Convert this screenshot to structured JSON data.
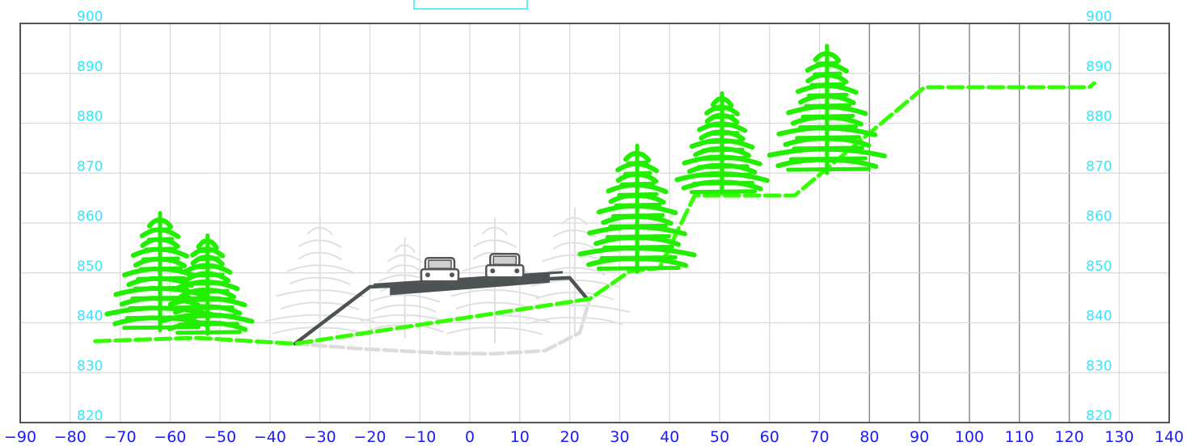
{
  "chart_data": {
    "type": "cross-section",
    "x_axis": {
      "range": [
        -90,
        140
      ],
      "ticks": [
        -90,
        -80,
        -70,
        -60,
        -50,
        -40,
        -30,
        -20,
        -10,
        0,
        10,
        20,
        30,
        40,
        50,
        60,
        70,
        80,
        90,
        100,
        110,
        120,
        130,
        140
      ]
    },
    "y_axis": {
      "range": [
        820,
        900
      ],
      "ticks": [
        820,
        830,
        840,
        850,
        860,
        870,
        880,
        890,
        900
      ],
      "labels_both_sides": true
    },
    "grid": true,
    "series": [
      {
        "kind": "existing-ground",
        "style": "dashed",
        "color": "#33ff00",
        "points": [
          [
            -75,
            836.3
          ],
          [
            -55,
            837.0
          ],
          [
            -35,
            835.8
          ],
          [
            24,
            844.8
          ],
          [
            32,
            850.3
          ],
          [
            38,
            851.0
          ],
          [
            45,
            865.5
          ],
          [
            65,
            865.5
          ],
          [
            91,
            887.2
          ],
          [
            124,
            887.2
          ],
          [
            125,
            888.0
          ]
        ]
      },
      {
        "kind": "ground-behind",
        "style": "dashed",
        "color": "#dcdcdc",
        "points": [
          [
            -35,
            835.8
          ],
          [
            -22,
            834.8
          ],
          [
            -5,
            833.9
          ],
          [
            5,
            833.8
          ],
          [
            15,
            834.4
          ],
          [
            22,
            838.0
          ],
          [
            24,
            844.8
          ]
        ]
      },
      {
        "kind": "road-embankment",
        "style": "solid",
        "color": "#4d5354",
        "points": [
          [
            -35,
            835.8
          ],
          [
            -20,
            847.2
          ],
          [
            20,
            849.0
          ],
          [
            23.5,
            844.8
          ]
        ]
      },
      {
        "kind": "pavement",
        "style": "solid",
        "color": "#4d5354",
        "points": [
          [
            -16,
            846.5
          ],
          [
            16,
            849.0
          ]
        ]
      }
    ],
    "annotations": [
      {
        "kind": "tree",
        "color": "#22ee00",
        "x": -62,
        "base": 838.5,
        "top": 862.0
      },
      {
        "kind": "tree",
        "color": "#22ee00",
        "x": -52.5,
        "base": 837.8,
        "top": 857.5
      },
      {
        "kind": "tree",
        "color": "#22ee00",
        "x": 33.5,
        "base": 850.2,
        "top": 875.5
      },
      {
        "kind": "tree",
        "color": "#22ee00",
        "x": 50.5,
        "base": 866.0,
        "top": 886.0
      },
      {
        "kind": "tree",
        "color": "#22ee00",
        "x": 71.5,
        "base": 870.0,
        "top": 895.5
      },
      {
        "kind": "tree",
        "color": "#e0e0e0",
        "x": -30,
        "base": 836.0,
        "top": 861.0
      },
      {
        "kind": "tree",
        "color": "#e0e0e0",
        "x": -13,
        "base": 837.0,
        "top": 857.0
      },
      {
        "kind": "tree",
        "color": "#e0e0e0",
        "x": 5,
        "base": 836.0,
        "top": 861.0
      },
      {
        "kind": "tree",
        "color": "#e0e0e0",
        "x": 21,
        "base": 838.0,
        "top": 863.0
      },
      {
        "kind": "car",
        "color": "#555555",
        "x": -6,
        "base": 847.5
      },
      {
        "kind": "car",
        "color": "#555555",
        "x": 7,
        "base": 848.3
      }
    ],
    "colors": {
      "frame": "#555555",
      "grid": "#d9d9d9",
      "grid_dark": "#8a8a8a",
      "x_ticks": "#1a1aff",
      "y_ticks": "#33e6ff",
      "header_box": "#33e6ff"
    }
  }
}
